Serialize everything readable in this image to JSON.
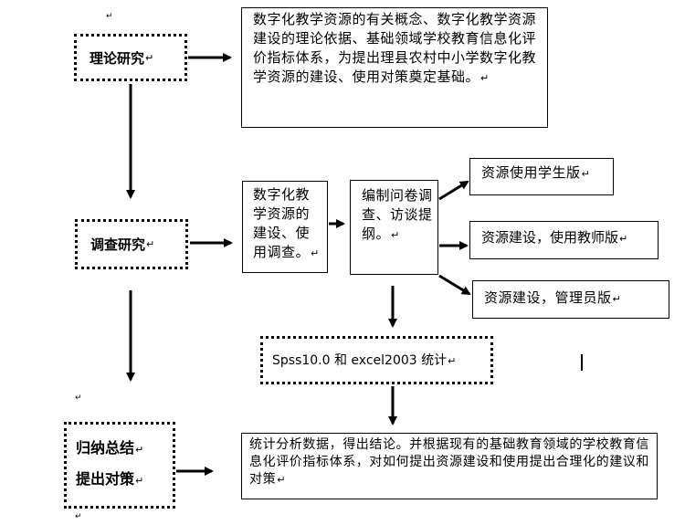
{
  "stages": {
    "theory": "理论研究",
    "survey": "调查研究",
    "summary_line1": "归纳总结",
    "summary_line2": "提出对策"
  },
  "boxes": {
    "theory_desc": "数字化教学资源的有关概念、数字化教学资源建设的理论依据、基础领域学校教育信息化评价指标体系，为提出理县农村中小学数字化教学资源的建设、使用对策奠定基础。",
    "survey_desc": "数字化教学资源的建设、使用调查。",
    "questionnaire": "编制问卷调查、访谈提纲。",
    "student_version": "资源使用学生版",
    "teacher_version": "资源建设，使用教师版",
    "admin_version": "资源建设，管理员版",
    "stats_tools": "Spss10.0 和 excel2003 统计",
    "conclusion": "统计分析数据，得出结论。并根据现有的基础教育领域的学校教育信息化评价指标体系，对如何提出资源建设和使用提出合理化的建议和对策"
  },
  "paragraph_mark": "↵"
}
